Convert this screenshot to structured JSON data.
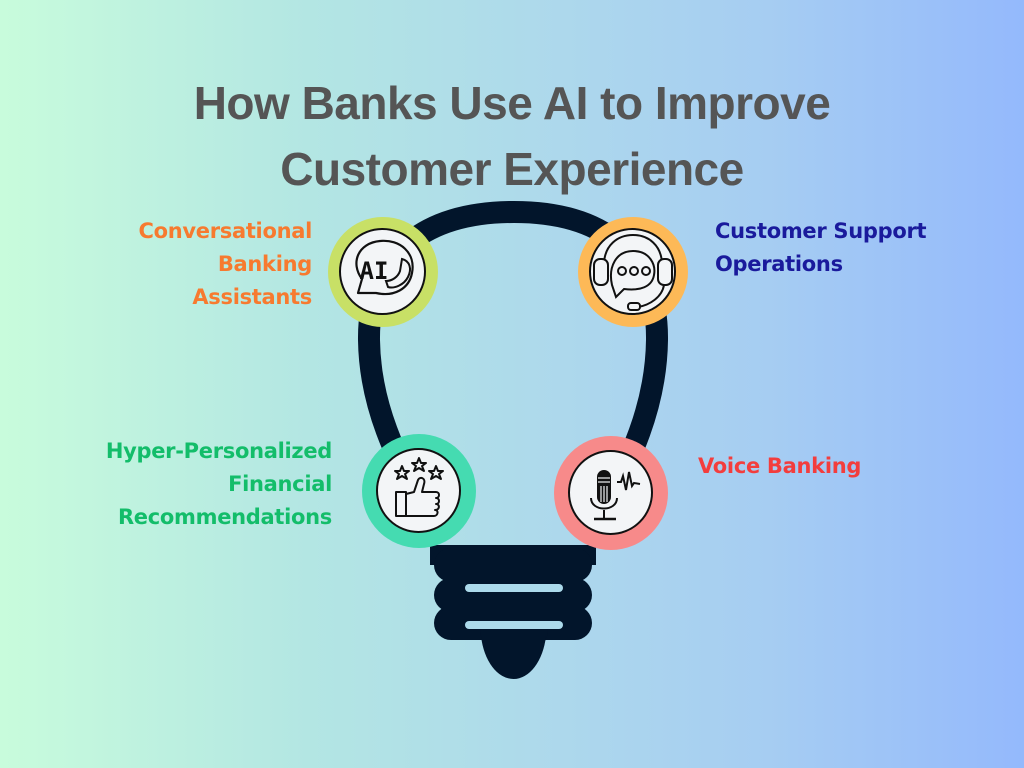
{
  "title": {
    "line1": "How Banks Use AI to Improve",
    "line2": "Customer Experience"
  },
  "colors": {
    "background_left": "#c8fcdc",
    "background_right": "#94b9fc",
    "bulb": "#02152b",
    "title": "#555555"
  },
  "nodes": [
    {
      "id": "conversational",
      "label_lines": [
        "Conversational",
        "Banking",
        "Assistants"
      ],
      "icon": "ai-chat-phone-icon",
      "icon_text": "AI",
      "ring_color": "#c8e066",
      "label_color": "#f77a2f"
    },
    {
      "id": "support",
      "label_lines": [
        "Customer Support",
        "Operations"
      ],
      "icon": "headset-chat-icon",
      "ring_color": "#fdb957",
      "label_color": "#1a1a9c"
    },
    {
      "id": "personalized",
      "label_lines": [
        "Hyper-Personalized",
        "Financial",
        "Recommendations"
      ],
      "icon": "thumbs-up-stars-icon",
      "ring_color": "#45dbb1",
      "label_color": "#13bd6a"
    },
    {
      "id": "voice",
      "label_lines": [
        "Voice Banking"
      ],
      "icon": "microphone-wave-icon",
      "ring_color": "#f78a8a",
      "label_color": "#f33d3d"
    }
  ]
}
